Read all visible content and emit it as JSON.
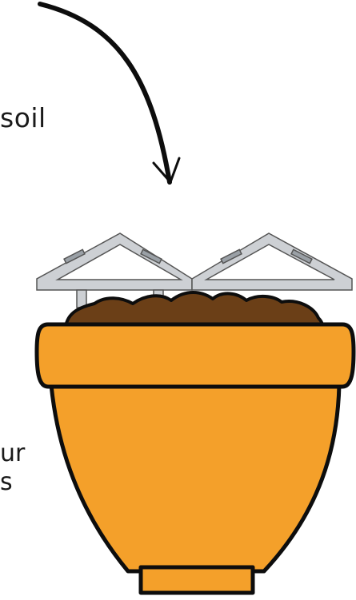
{
  "labels": {
    "soil": "soil",
    "cut_line_1": "ur",
    "cut_line_2": "s"
  },
  "colors": {
    "outline": "#0d0d0d",
    "pot_fill": "#f4a02a",
    "soil_fill": "#6b3f17",
    "plastic_fill": "#cdd0d4",
    "plastic_outline": "#555555",
    "background": "#ffffff"
  },
  "icons": {
    "arrow": "curved-arrow-icon",
    "pot": "flower-pot-icon",
    "soil": "soil-mound-icon",
    "frames": "triangle-frame-icon"
  }
}
